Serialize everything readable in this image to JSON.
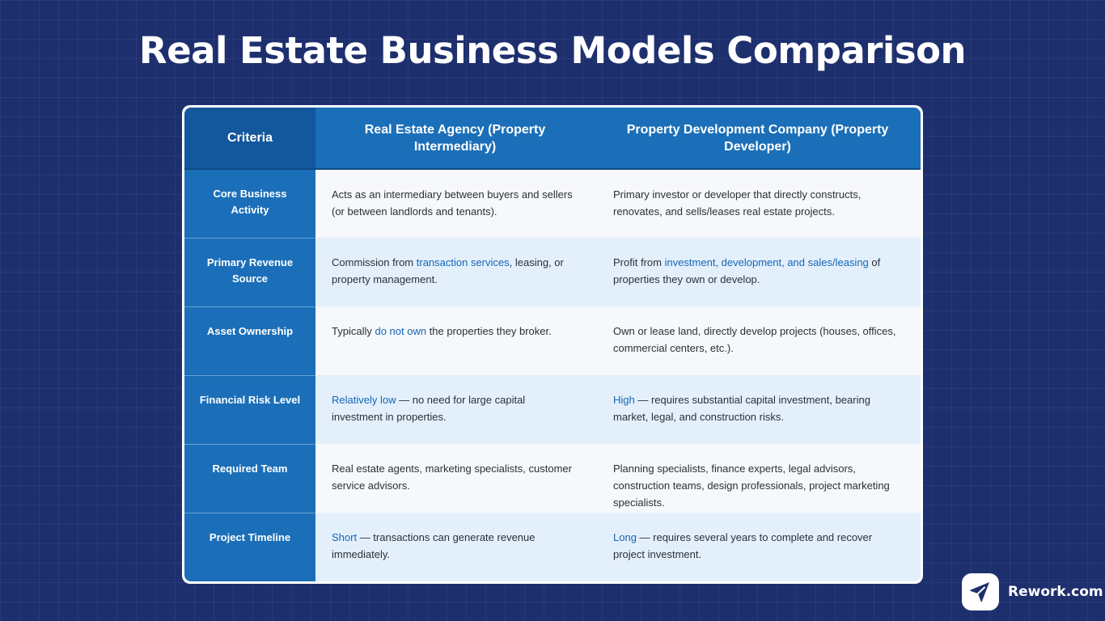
{
  "title": "Real Estate Business Models Comparison",
  "table": {
    "headers": {
      "criteria": "Criteria",
      "agency": "Real Estate Agency (Property Intermediary)",
      "developer": "Property Development Company (Property Developer)"
    },
    "rows": [
      {
        "criteria": "Core Business Activity",
        "agency": {
          "pre": "Acts as an intermediary between buyers and sellers (or between landlords and tenants).",
          "hl": "",
          "post": ""
        },
        "developer": {
          "pre": "Primary investor or developer that directly constructs, renovates, and sells/leases real estate projects.",
          "hl": "",
          "post": ""
        }
      },
      {
        "criteria": "Primary Revenue Source",
        "agency": {
          "pre": "Commission from ",
          "hl": "transaction services",
          "post": ", leasing, or property management."
        },
        "developer": {
          "pre": "Profit from ",
          "hl": "investment, development, and sales/leasing",
          "post": " of properties they own or develop."
        }
      },
      {
        "criteria": "Asset Ownership",
        "agency": {
          "pre": "Typically ",
          "hl": "do not own",
          "post": " the properties they broker."
        },
        "developer": {
          "pre": "Own or lease land, directly develop projects (houses, offices, commercial centers, etc.).",
          "hl": "",
          "post": ""
        }
      },
      {
        "criteria": "Financial Risk Level",
        "agency": {
          "pre": "",
          "hl": "Relatively low",
          "post": " — no need for large capital investment in properties."
        },
        "developer": {
          "pre": "",
          "hl": "High",
          "post": " — requires substantial capital investment, bearing market, legal, and construction risks."
        }
      },
      {
        "criteria": "Required Team",
        "agency": {
          "pre": "Real estate agents, marketing specialists, customer service advisors.",
          "hl": "",
          "post": ""
        },
        "developer": {
          "pre": "Planning specialists, finance experts, legal advisors, construction teams, design professionals, project marketing specialists.",
          "hl": "",
          "post": ""
        }
      },
      {
        "criteria": "Project Timeline",
        "agency": {
          "pre": "",
          "hl": "Short",
          "post": " — transactions can generate revenue immediately."
        },
        "developer": {
          "pre": "",
          "hl": "Long",
          "post": " — requires several years to complete and recover project investment."
        }
      }
    ]
  },
  "brand": {
    "name": "Rework.com",
    "icon": "paper-plane-icon"
  },
  "colors": {
    "background": "#1e2f6e",
    "header_blue": "#1b6fb8",
    "highlight": "#1565b5",
    "row_light": "#f6f8fb",
    "row_tint": "#e3f0fb"
  }
}
